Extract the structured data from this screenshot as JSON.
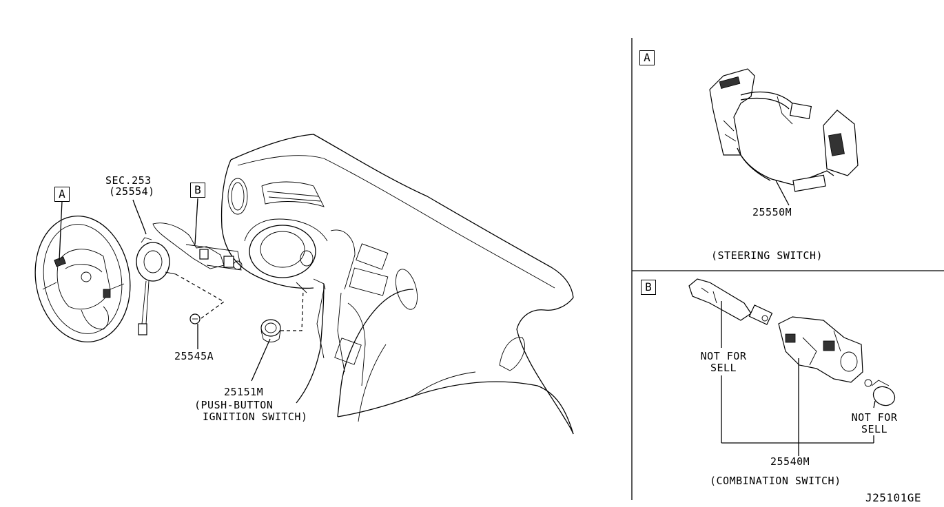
{
  "diagram_code": "J25101GE",
  "main_view": {
    "view_marker_a": "A",
    "view_marker_b": "B",
    "section_ref": {
      "line1": "SEC.253",
      "line2": "(25554)"
    },
    "part_25545a": "25545A",
    "part_25151m": "25151M",
    "ignition_caption": {
      "line1": "(PUSH-BUTTON",
      "line2": "IGNITION SWITCH)"
    }
  },
  "detail_a": {
    "marker": "A",
    "part_number": "25550M",
    "caption": "(STEERING SWITCH)"
  },
  "detail_b": {
    "marker": "B",
    "part_number": "25540M",
    "caption": "(COMBINATION SWITCH)",
    "note_left": {
      "line1": "NOT FOR",
      "line2": "SELL"
    },
    "note_right": {
      "line1": "NOT FOR",
      "line2": "SELL"
    }
  }
}
